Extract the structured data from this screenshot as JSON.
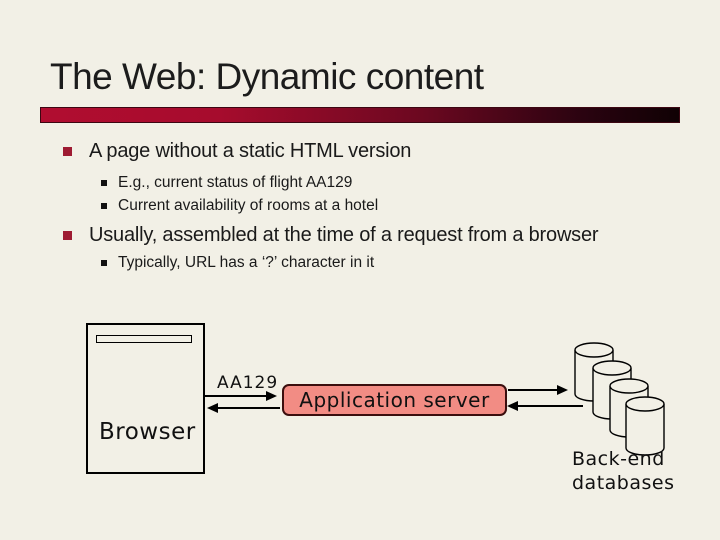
{
  "slide": {
    "title": "The Web: Dynamic content",
    "bullets": [
      {
        "level": 1,
        "text": "A page without a static HTML version"
      },
      {
        "level": 2,
        "text": "E.g., current status of flight AA129"
      },
      {
        "level": 2,
        "text": "Current availability of rooms at a hotel"
      },
      {
        "level": 1,
        "text": "Usually, assembled at the time of a request from a browser"
      },
      {
        "level": 2,
        "text": "Typically, URL has a ‘?’ character in it"
      }
    ],
    "diagram": {
      "browser_label": "Browser",
      "request_label": "AA129",
      "app_server_label": "Application server",
      "databases_label_line1": "Back-end",
      "databases_label_line2": "databases"
    },
    "colors": {
      "background": "#f2f0e6",
      "accent_bar_start": "#b10d30",
      "accent_bar_end": "#100104",
      "level1_bullet": "#9e1b32",
      "level2_bullet": "#111111",
      "app_server_fill": "#f28c84",
      "app_server_border": "#3b0e0e",
      "text": "#1a1a1a"
    }
  }
}
